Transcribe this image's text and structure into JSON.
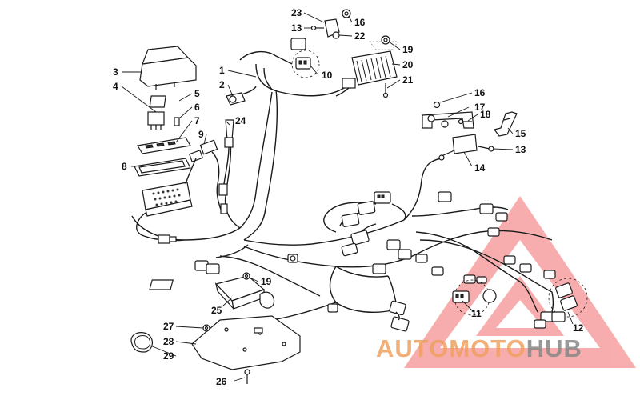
{
  "callouts": [
    "1",
    "2",
    "3",
    "4",
    "5",
    "6",
    "7",
    "8",
    "9",
    "10",
    "11",
    "12",
    "13",
    "13",
    "15",
    "16",
    "16",
    "17",
    "18",
    "19",
    "19",
    "20",
    "21",
    "22",
    "23",
    "24",
    "25",
    "26",
    "27",
    "28",
    "29",
    "14"
  ],
  "watermark": {
    "part1": "AUTO",
    "part2": "MOTO",
    "part3": "HUB",
    "color_primary": "#f0a060",
    "color_secondary": "#888888",
    "triangle_color": "#f26b6b"
  }
}
